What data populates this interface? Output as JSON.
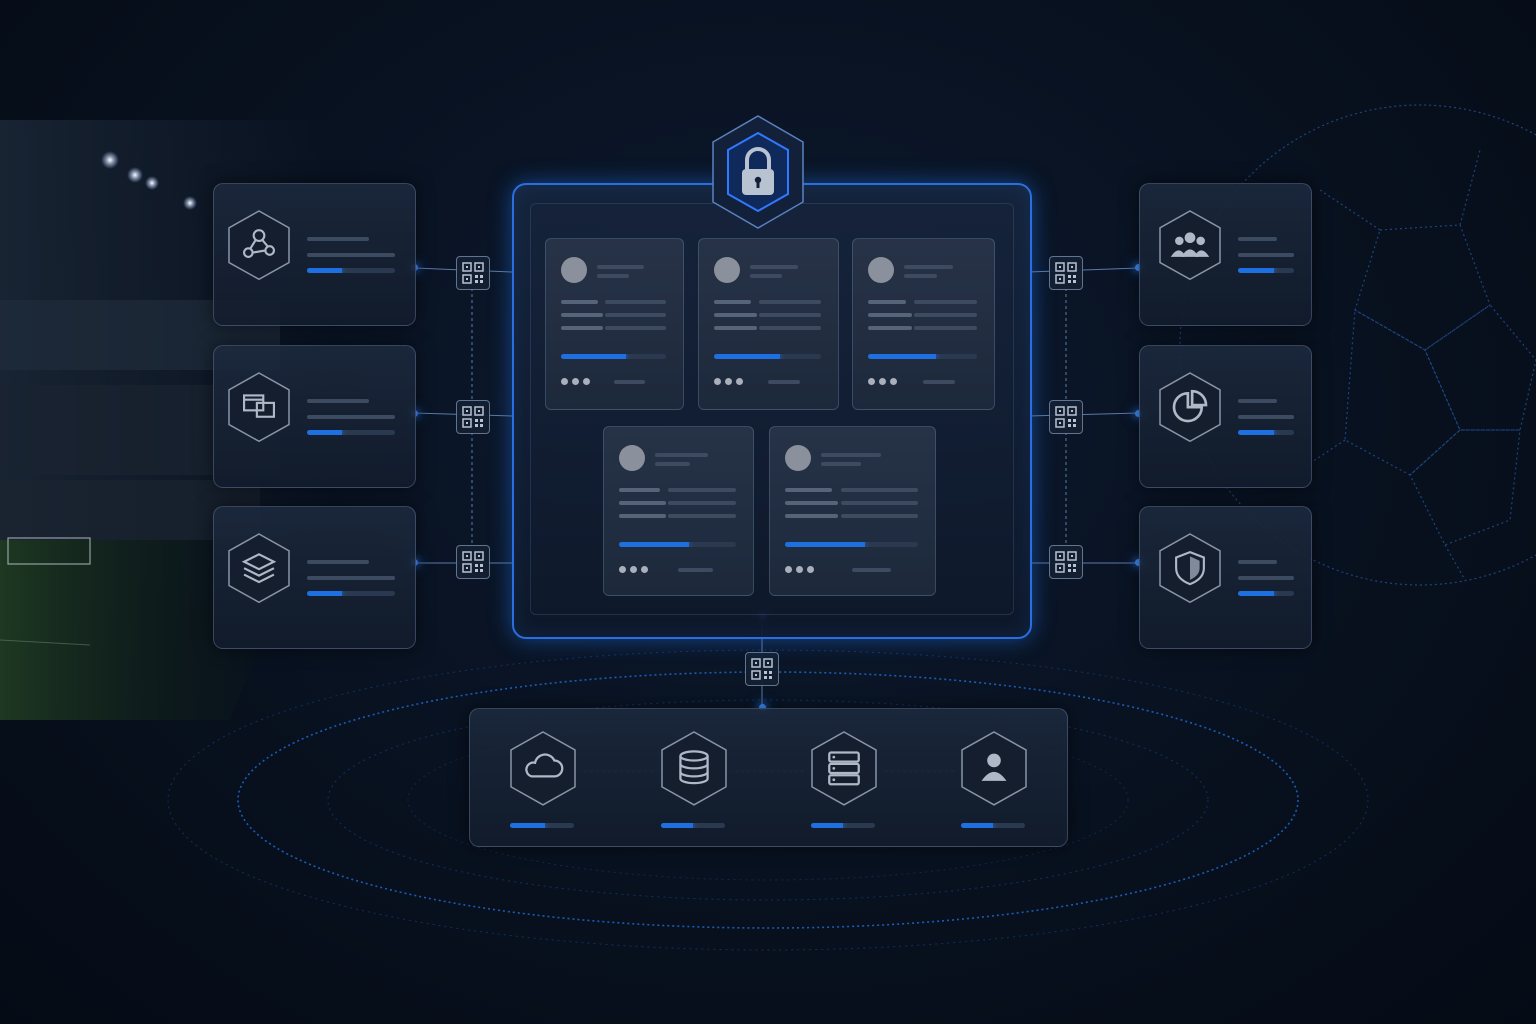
{
  "colors": {
    "accent": "#1e6fe0",
    "glow": "#3d8bff",
    "background": "#08111f"
  },
  "top_lock": {
    "icon": "lock-icon"
  },
  "left_modules": [
    {
      "icon": "network-nodes-icon",
      "progress": 0.4
    },
    {
      "icon": "screens-icon",
      "progress": 0.4
    },
    {
      "icon": "layers-icon",
      "progress": 0.4
    }
  ],
  "right_modules": [
    {
      "icon": "users-group-icon",
      "progress": 0.65
    },
    {
      "icon": "pie-chart-icon",
      "progress": 0.65
    },
    {
      "icon": "shield-icon",
      "progress": 0.65
    }
  ],
  "main_cards": [
    {
      "progress": 0.62
    },
    {
      "progress": 0.62
    },
    {
      "progress": 0.62
    },
    {
      "progress": 0.6
    },
    {
      "progress": 0.6
    }
  ],
  "bottom_nodes": [
    {
      "icon": "cloud-icon",
      "progress": 0.55
    },
    {
      "icon": "database-icon",
      "progress": 0.5
    },
    {
      "icon": "server-icon",
      "progress": 0.5
    },
    {
      "icon": "user-icon",
      "progress": 0.5
    }
  ]
}
